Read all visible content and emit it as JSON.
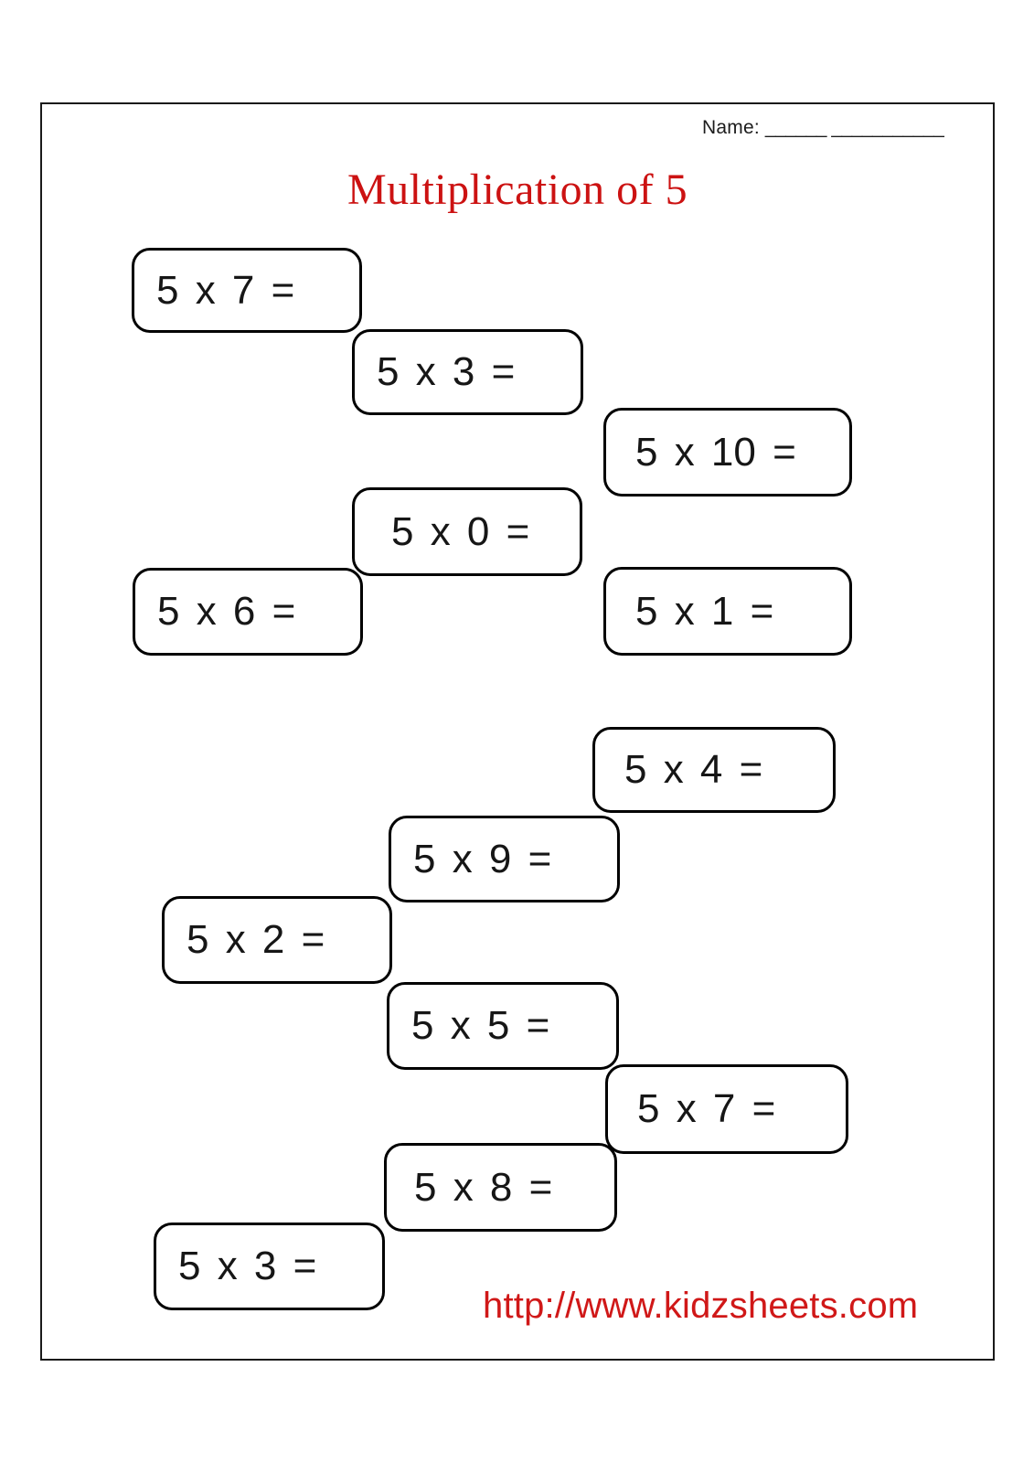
{
  "header": {
    "name_label": "Name:",
    "name_line": "______ ___________",
    "title": "Multiplication of 5"
  },
  "problems": [
    {
      "label": "5 x 7 ="
    },
    {
      "label": "5 x 3 ="
    },
    {
      "label": "5 x 10 ="
    },
    {
      "label": "5 x 0 ="
    },
    {
      "label": "5 x 6 ="
    },
    {
      "label": "5 x 1 ="
    },
    {
      "label": "5 x 4 ="
    },
    {
      "label": "5 x 9 ="
    },
    {
      "label": "5 x 2 ="
    },
    {
      "label": "5 x 5 ="
    },
    {
      "label": "5 x 7 ="
    },
    {
      "label": "5 x 8 ="
    },
    {
      "label": "5 x 3 ="
    }
  ],
  "footer": {
    "url": "http://www.kidzsheets.com"
  },
  "colors": {
    "title_red": "#cc1212",
    "url_red": "#d01818",
    "ink": "#161616"
  }
}
